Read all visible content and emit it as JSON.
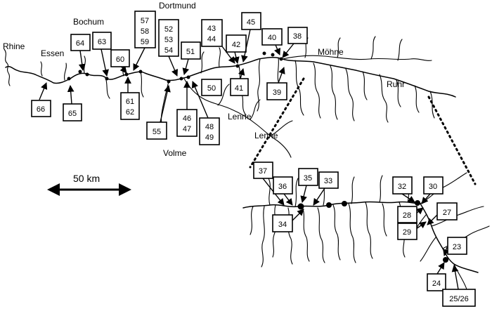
{
  "places": {
    "rhine": "Rhine",
    "essen": "Essen",
    "bochum": "Bochum",
    "dortmund": "Dortmund",
    "mohne": "Möhne",
    "ruhr": "Ruhr",
    "lenne_1": "Lenne",
    "lenne_2": "Lenne",
    "volme": "Volme"
  },
  "scale_bar": {
    "label": "50 km"
  },
  "sites": [
    {
      "lines": [
        "66"
      ]
    },
    {
      "lines": [
        "65"
      ]
    },
    {
      "lines": [
        "64"
      ]
    },
    {
      "lines": [
        "63"
      ]
    },
    {
      "lines": [
        "60"
      ]
    },
    {
      "lines": [
        "57",
        "58",
        "59"
      ]
    },
    {
      "lines": [
        "61",
        "62"
      ]
    },
    {
      "lines": [
        "52",
        "53",
        "54"
      ]
    },
    {
      "lines": [
        "51"
      ]
    },
    {
      "lines": [
        "55"
      ]
    },
    {
      "lines": [
        "46",
        "47"
      ]
    },
    {
      "lines": [
        "48",
        "49"
      ]
    },
    {
      "lines": [
        "50"
      ]
    },
    {
      "lines": [
        "43",
        "44"
      ]
    },
    {
      "lines": [
        "42"
      ]
    },
    {
      "lines": [
        "41"
      ]
    },
    {
      "lines": [
        "45"
      ]
    },
    {
      "lines": [
        "40"
      ]
    },
    {
      "lines": [
        "38"
      ]
    },
    {
      "lines": [
        "39"
      ]
    },
    {
      "lines": [
        "37"
      ]
    },
    {
      "lines": [
        "36"
      ]
    },
    {
      "lines": [
        "35"
      ]
    },
    {
      "lines": [
        "33"
      ]
    },
    {
      "lines": [
        "34"
      ]
    },
    {
      "lines": [
        "32"
      ]
    },
    {
      "lines": [
        "30"
      ]
    },
    {
      "lines": [
        "28"
      ]
    },
    {
      "lines": [
        "29"
      ]
    },
    {
      "lines": [
        "27"
      ]
    },
    {
      "lines": [
        "23"
      ]
    },
    {
      "lines": [
        "24"
      ]
    },
    {
      "lines": [
        "25/26"
      ]
    }
  ]
}
